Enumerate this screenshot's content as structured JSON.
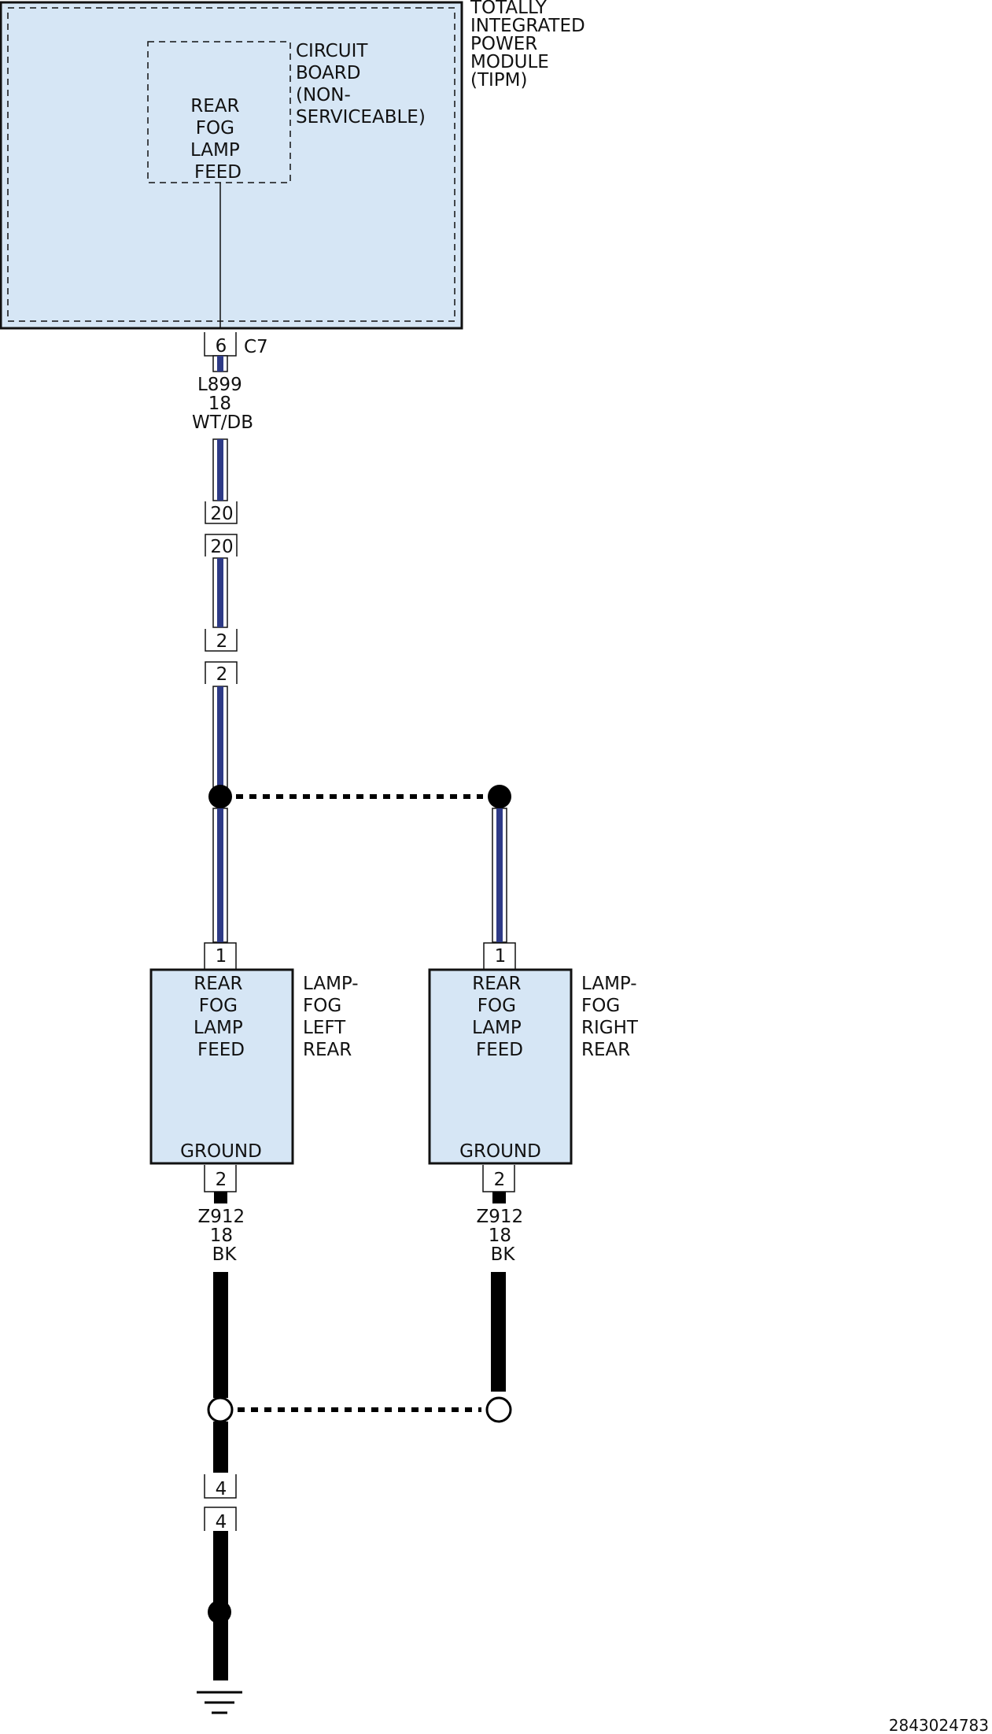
{
  "colors": {
    "module_fill": "#d6e6f5",
    "wire_blue": "#2e3a86",
    "wire_black": "#000000",
    "outline": "#111111"
  },
  "tipm": {
    "label_lines": [
      "TOTALLY",
      "INTEGRATED",
      "POWER",
      "MODULE",
      "(TIPM)"
    ],
    "circuit_board_lines": [
      "CIRCUIT",
      "BOARD",
      "(NON-",
      "SERVICEABLE)"
    ],
    "feed_lines": [
      "REAR",
      "FOG",
      "LAMP",
      "FEED"
    ],
    "pin": "6",
    "connector": "C7"
  },
  "feed_wire": {
    "circuit": "L899",
    "gauge": "18",
    "color": "WT/DB"
  },
  "inline_connectors": [
    {
      "upper": "20",
      "lower": "20"
    },
    {
      "upper": "2",
      "lower": "2"
    }
  ],
  "lamps": [
    {
      "input_pin": "1",
      "function_lines": [
        "REAR",
        "FOG",
        "LAMP",
        "FEED"
      ],
      "ground_label": "GROUND",
      "ground_pin": "2",
      "name_lines": [
        "LAMP-",
        "FOG",
        "LEFT",
        "REAR"
      ],
      "wire": {
        "circuit": "Z912",
        "gauge": "18",
        "color": "BK"
      }
    },
    {
      "input_pin": "1",
      "function_lines": [
        "REAR",
        "FOG",
        "LAMP",
        "FEED"
      ],
      "ground_label": "GROUND",
      "ground_pin": "2",
      "name_lines": [
        "LAMP-",
        "FOG",
        "RIGHT",
        "REAR"
      ],
      "wire": {
        "circuit": "Z912",
        "gauge": "18",
        "color": "BK"
      }
    }
  ],
  "ground_connector": {
    "upper": "4",
    "lower": "4"
  },
  "footer_id": "2843024783"
}
